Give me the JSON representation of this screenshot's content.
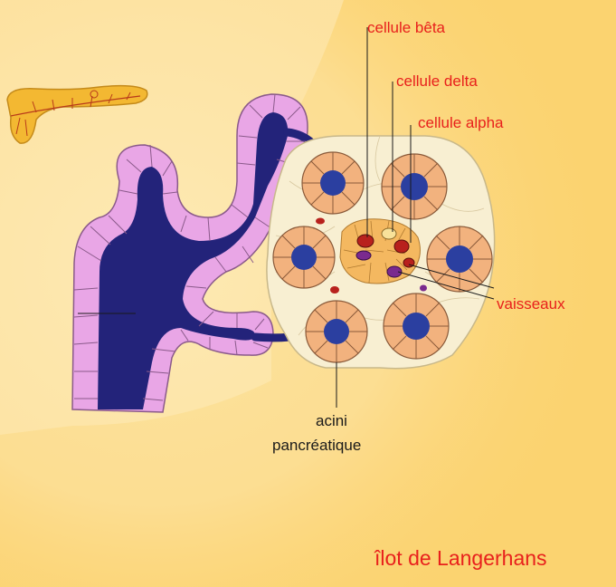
{
  "labels": {
    "beta": "cellule bêta",
    "delta": "cellule delta",
    "alpha": "cellule alpha",
    "vessels": "vaisseaux",
    "acini_line1": "acini",
    "acini_line2": "pancréatique"
  },
  "title": "îlot de Langerhans",
  "colors": {
    "background": "#fbd370",
    "light_zone": "#fdeab5",
    "duct_wall": "#e9a6e6",
    "duct_lumen": "#23237a",
    "acinus_cell": "#f2b27e",
    "acinus_lumen": "#2b3fa0",
    "islet_cell": "#f4b860",
    "red_cell": "#b8211d",
    "purple_cell": "#7a2a8e",
    "label_red": "#e8201c",
    "label_black": "#1a1a1a"
  }
}
